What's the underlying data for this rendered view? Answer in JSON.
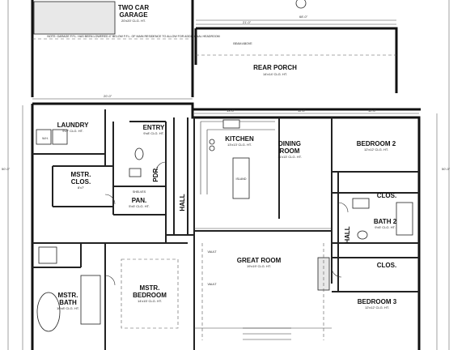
{
  "plan": {
    "rooms": {
      "garage": {
        "label_line1": "TWO CAR",
        "label_line2": "GARAGE",
        "dims": "20'x20' CLG. HT."
      },
      "rear_porch": {
        "label": "REAR PORCH",
        "dims": "14'x14' CLG. HT."
      },
      "laundry": {
        "label": "LAUNDRY",
        "dims": "9'x7' CLG. HT."
      },
      "entry": {
        "label": "ENTRY",
        "dims": "9'x8' CLG. HT."
      },
      "kitchen": {
        "label": "KITCHEN",
        "dims": "13'x13' CLG. HT."
      },
      "dining_room": {
        "label_line1": "DINING",
        "label_line2": "ROOM",
        "dims": "11'x13' CLG. HT."
      },
      "bedroom2": {
        "label": "BEDROOM 2",
        "dims": "12'x12' CLG. HT."
      },
      "mstr_clos": {
        "label_line1": "MSTR.",
        "label_line2": "CLOS.",
        "dims": "8'x7'"
      },
      "pdr": {
        "label": "PDR."
      },
      "pan": {
        "label": "PAN.",
        "dims": "5'x5' CLG. HT."
      },
      "hall": {
        "label": "HALL"
      },
      "clos_b2": {
        "label": "CLOS."
      },
      "bath2": {
        "label": "BATH 2",
        "dims": "9'x5' CLG. HT."
      },
      "great_room": {
        "label": "GREAT ROOM",
        "dims": "19'x19' CLG. HT."
      },
      "hall2": {
        "label": "HALL"
      },
      "clos_b3": {
        "label": "CLOS."
      },
      "mstr_bath": {
        "label_line1": "MSTR.",
        "label_line2": "BATH",
        "dims": "10'x8' CLG. HT."
      },
      "mstr_bedroom": {
        "label_line1": "MSTR.",
        "label_line2": "BEDROOM",
        "dims": "14'x15' CLG. HT."
      },
      "bedroom3": {
        "label": "BEDROOM 3",
        "dims": "12'x12' CLG. HT."
      }
    },
    "notes": {
      "garage_note": "NOTE: GARAGE F.F.L. HAS BEEN LOWERED 4\" BELOW F.F.L. OF MAIN RESIDENCE TO ALLOW FOR ADDITIONAL HEADROOM",
      "porch_beam": "BEAM ABOVE",
      "kitchen_island": "ISLAND",
      "great_room_vault": "VAULT",
      "great_room_vault2": "VAULT",
      "wh": "W.H.",
      "pan_shelves": "SHELVES"
    },
    "dimensions": {
      "top_total": "68'-0\"",
      "porch_width": "21'-0\"",
      "garage_width": "20'-0\"",
      "left_total": "50'-0\"",
      "right_total": "50'-0\"",
      "kitchen_width": "13'-0\"",
      "dining_width": "11'-0\"",
      "bed2_width": "12'-0\""
    }
  }
}
